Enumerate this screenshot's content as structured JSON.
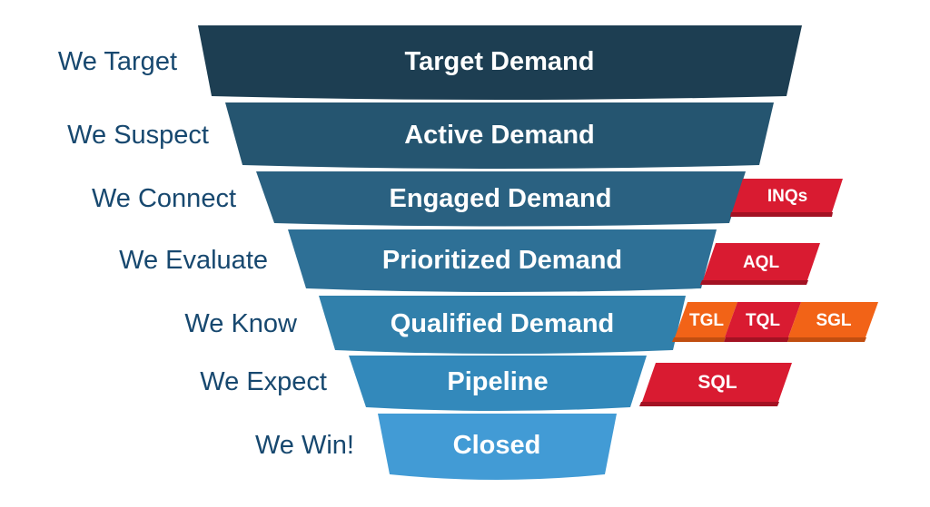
{
  "funnel": {
    "segments": [
      {
        "action": "We Target",
        "label": "Target Demand",
        "color": "#1d3e52"
      },
      {
        "action": "We Suspect",
        "label": "Active Demand",
        "color": "#255570"
      },
      {
        "action": "We Connect",
        "label": "Engaged Demand",
        "color": "#2a6181"
      },
      {
        "action": "We Evaluate",
        "label": "Prioritized Demand",
        "color": "#2e7096"
      },
      {
        "action": "We Know",
        "label": "Qualified Demand",
        "color": "#3180ab"
      },
      {
        "action": "We Expect",
        "label": "Pipeline",
        "color": "#3389bb"
      },
      {
        "action": "We Win!",
        "label": "Closed",
        "color": "#429bd5"
      }
    ]
  },
  "badges": {
    "inqs": {
      "label": "INQs",
      "color": "#d91b31"
    },
    "aql": {
      "label": "AQL",
      "color": "#d91b31"
    },
    "tgl": {
      "label": "TGL",
      "color": "#f26317"
    },
    "tql": {
      "label": "TQL",
      "color": "#d91b31"
    },
    "sgl": {
      "label": "SGL",
      "color": "#f26317"
    },
    "sql": {
      "label": "SQL",
      "color": "#d91b31"
    }
  },
  "colors": {
    "background": "#ffffff",
    "action_text": "#17486f",
    "segment_text": "#ffffff",
    "badge_text": "#ffffff",
    "badge_shadow_red": "#a31223",
    "badge_shadow_orange": "#c14e10"
  }
}
